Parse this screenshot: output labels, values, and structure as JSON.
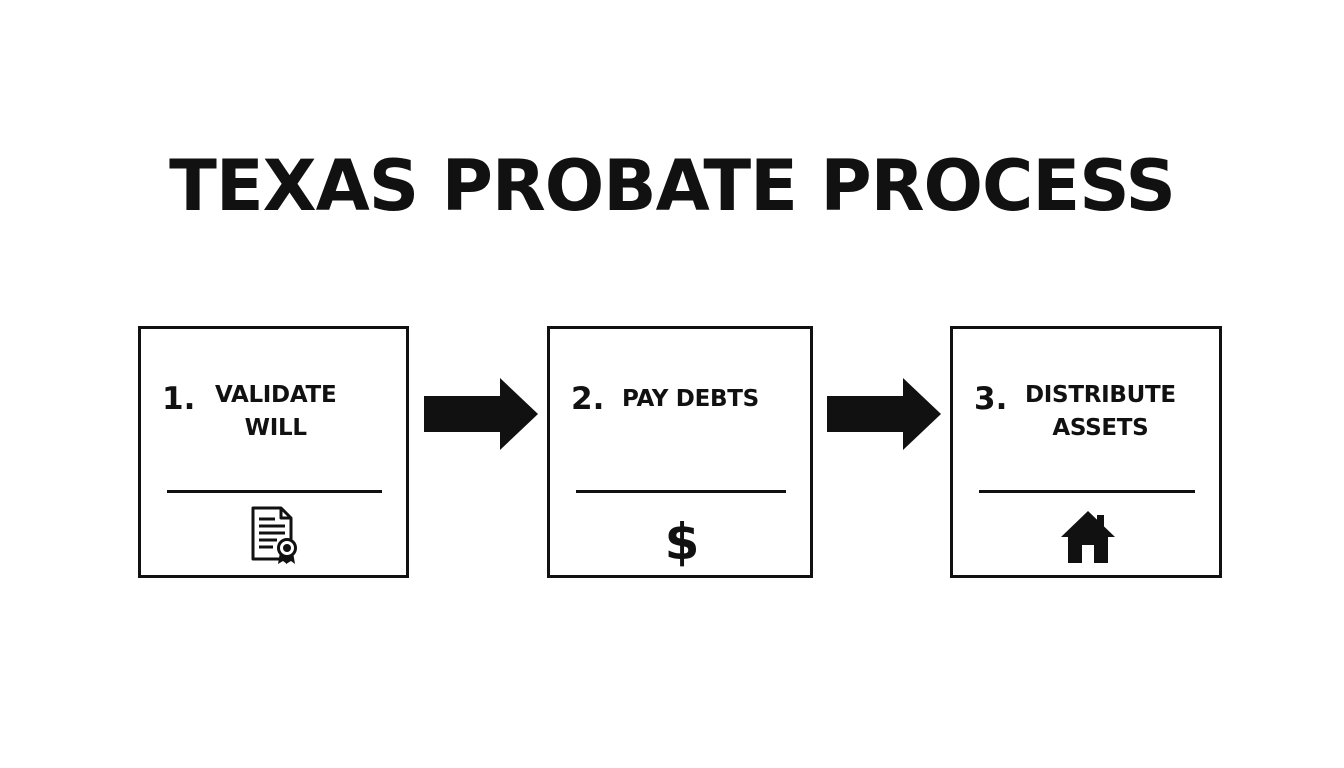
{
  "title": "TEXAS PROBATE PROCESS",
  "steps": [
    {
      "number": "1.",
      "label": "VALIDATE\nWILL",
      "icon": "certificate-document-icon"
    },
    {
      "number": "2.",
      "label": "PAY DEBTS",
      "icon": "dollar-sign-icon"
    },
    {
      "number": "3.",
      "label": "DISTRIBUTE\nASSETS",
      "icon": "house-icon"
    }
  ],
  "connectors": [
    "arrow-right-icon",
    "arrow-right-icon"
  ],
  "colors": {
    "ink": "#111111"
  }
}
